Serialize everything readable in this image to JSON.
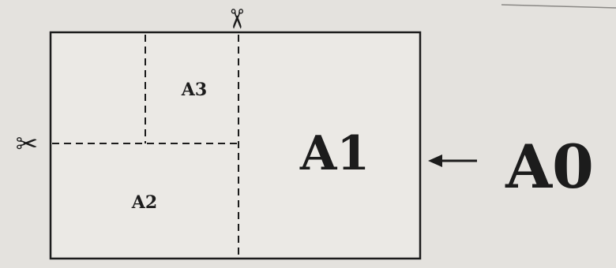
{
  "diagram": {
    "labels": {
      "a0": "A0",
      "a1": "A1",
      "a2": "A2",
      "a3": "A3"
    },
    "icons": {
      "top_cut": "scissors-icon",
      "left_cut": "scissors-icon"
    },
    "colors": {
      "ink": "#1c1c1c",
      "paper": "#e4e2de"
    }
  }
}
